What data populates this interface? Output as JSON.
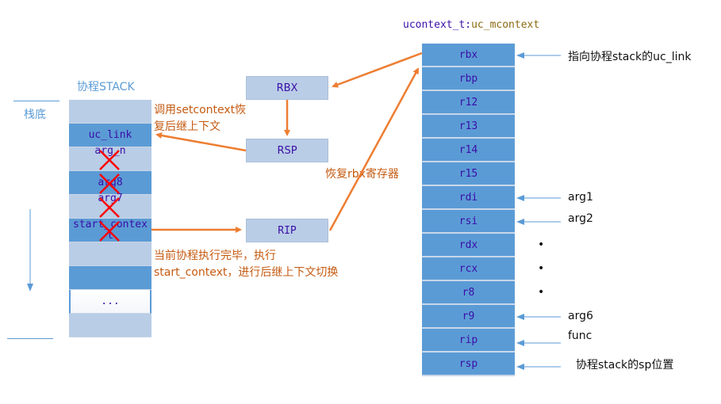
{
  "title": {
    "prefix": "ucontext_t:",
    "suffix": "uc_mcontext"
  },
  "stack": {
    "title": "协程STACK",
    "bottom_label": "栈底",
    "cells": [
      {
        "label": "",
        "shade": "light",
        "crossed": false
      },
      {
        "label": "uc_link",
        "shade": "dark",
        "crossed": false
      },
      {
        "label": "arg_n",
        "shade": "light",
        "crossed": true
      },
      {
        "label": "arg8",
        "shade": "dark",
        "crossed": true
      },
      {
        "label": "arg7",
        "shade": "light",
        "crossed": true
      },
      {
        "label": "start_context",
        "shade": "dark",
        "crossed": true
      },
      {
        "label": "",
        "shade": "light",
        "crossed": false
      },
      {
        "label": "",
        "shade": "dark",
        "crossed": false
      },
      {
        "label": "...",
        "shade": "white",
        "crossed": false
      },
      {
        "label": "",
        "shade": "light",
        "crossed": false
      }
    ]
  },
  "boxes": {
    "rbx": "RBX",
    "rsp": "RSP",
    "rip": "RIP"
  },
  "annotations": {
    "setcontext_line1": "调用setcontext恢",
    "setcontext_line2": "复后继上下文",
    "restore_rbx": "恢复rbx寄存器",
    "finish_line1": "当前协程执行完毕，执行",
    "finish_line2": "start_context，进行后继上下文切换"
  },
  "registers": [
    {
      "name": "rbx",
      "note": "指向协程stack的uc_link",
      "arrow": true
    },
    {
      "name": "rbp",
      "note": "",
      "arrow": false
    },
    {
      "name": "r12",
      "note": "",
      "arrow": false
    },
    {
      "name": "r13",
      "note": "",
      "arrow": false
    },
    {
      "name": "r14",
      "note": "",
      "arrow": false
    },
    {
      "name": "r15",
      "note": "",
      "arrow": false
    },
    {
      "name": "rdi",
      "note": "arg1",
      "arrow": true
    },
    {
      "name": "rsi",
      "note": "arg2",
      "arrow": true
    },
    {
      "name": "rdx",
      "note": "•",
      "arrow": false
    },
    {
      "name": "rcx",
      "note": "•",
      "arrow": false
    },
    {
      "name": "r8",
      "note": "•",
      "arrow": false
    },
    {
      "name": "r9",
      "note": "arg6",
      "arrow": true
    },
    {
      "name": "rip",
      "note": "func",
      "arrow": true
    },
    {
      "name": "rsp",
      "note": "协程stack的sp位置",
      "arrow": true
    }
  ],
  "colors": {
    "orange": "#ed7d31",
    "blue_arrow": "#5b9bd5",
    "light_cell": "#b9cde6",
    "dark_cell": "#5b9bd5",
    "cell_text": "#3a0ea8",
    "red_cross": "#ff0000"
  }
}
